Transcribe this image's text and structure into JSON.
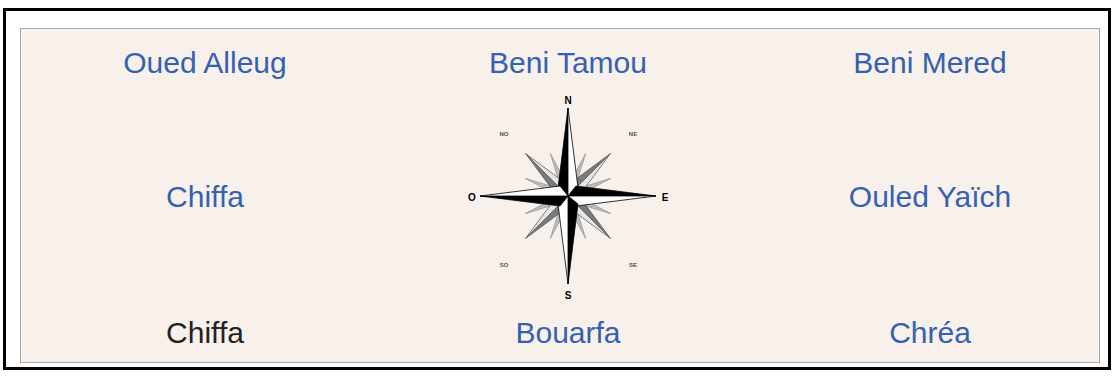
{
  "diagram": {
    "labels": [
      "Oued Alleug",
      "Beni Tamou",
      "Beni Mered",
      "Chiffa",
      "Ouled Yaïch",
      "Chiffa",
      "Bouarfa",
      "Chréa",
      "N",
      "NO",
      "NE",
      "O",
      "E",
      "SO",
      "SE",
      "S"
    ]
  }
}
